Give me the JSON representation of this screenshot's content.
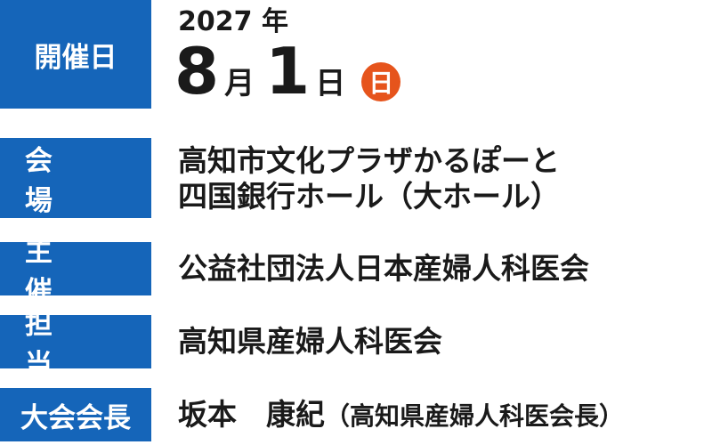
{
  "rows": {
    "date": {
      "label": "開催日",
      "year": "2027 年",
      "month_num": "8",
      "month_unit": "月",
      "day_num": "1",
      "day_unit": "日",
      "weekday": "日",
      "weekday_color": "#e6541c"
    },
    "venue": {
      "label": "会 場",
      "line1": "高知市文化プラザかるぽーと",
      "line2": "四国銀行ホール（大ホール）"
    },
    "host": {
      "label": "主 催",
      "value": "公益社団法人日本産婦人科医会"
    },
    "charge": {
      "label": "担 当",
      "value": "高知県産婦人科医会"
    },
    "chair": {
      "label": "大会会長",
      "name": "坂本　康紀",
      "affiliation": "（高知県産婦人科医会長）"
    }
  },
  "colors": {
    "label_bg": "#1565b9",
    "label_text": "#ffffff",
    "body_text": "#1a1a1a"
  }
}
